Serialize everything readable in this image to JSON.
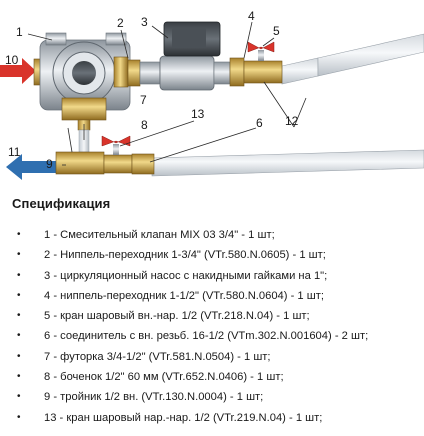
{
  "diagram": {
    "callouts": [
      "1",
      "2",
      "3",
      "4",
      "5",
      "6",
      "7",
      "8",
      "9",
      "10",
      "11",
      "12",
      "13"
    ],
    "colors": {
      "supply_arrow": "#d9342b",
      "return_arrow": "#2f6fb0",
      "pipe": "#e7ebef",
      "brass": "#c8a24a"
    }
  },
  "spec": {
    "title": "Спецификация",
    "items": [
      "1 - Смесительный клапан MIX 03 3/4\" - 1 шт;",
      "2 - Ниппель-переходник 1-3/4\" (VTr.580.N.0605) - 1 шт;",
      "3 - циркуляционный насос с накидными гайками на 1\";",
      "4 - ниппель-переходник 1-1/2\" (VTr.580.N.0604) - 1 шт;",
      "5 - кран шаровый вн.-нар. 1/2 (VTr.218.N.04) - 1 шт;",
      "6 - соединитель с вн. резьб. 16-1/2 (VTm.302.N.001604) - 2 шт;",
      "7 - футорка 3/4-1/2\" (VTr.581.N.0504) - 1 шт;",
      "8 - боченок 1/2\" 60 мм (VTr.652.N.0406) - 1 шт;",
      "9 - тройник 1/2 вн. (VTr.130.N.0004) - 1 шт;",
      "13 - кран шаровый нар.-нар. 1/2 (VTr.219.N.04) - 1 шт;"
    ]
  }
}
